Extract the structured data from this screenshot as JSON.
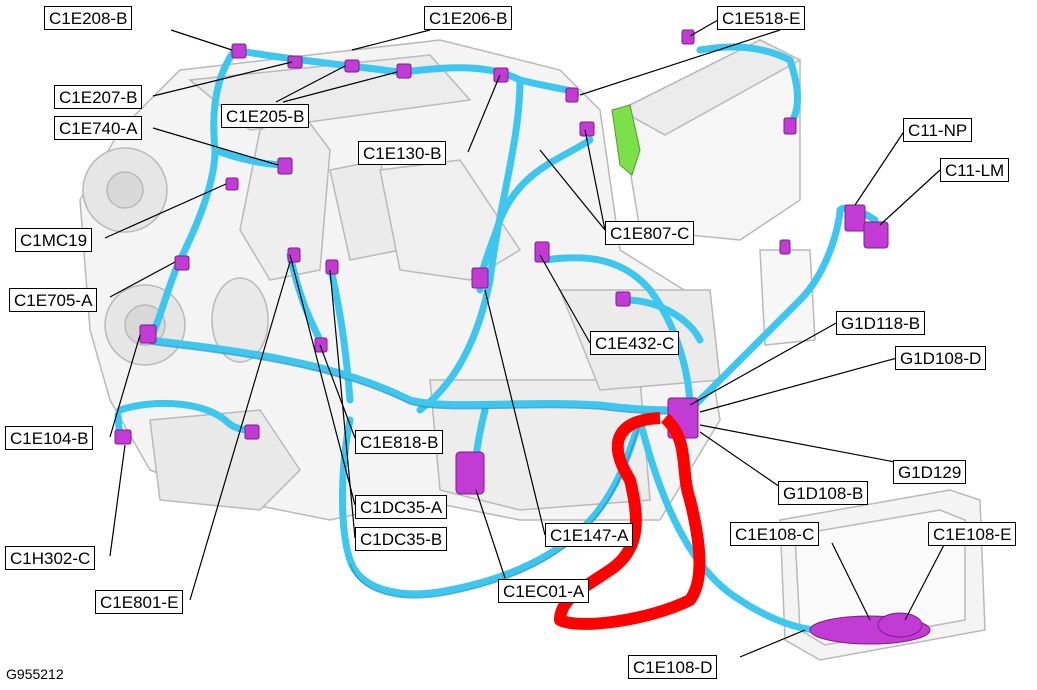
{
  "figure_id": "G955212",
  "colors": {
    "harness": "#3ec7ee",
    "harness_shadow": "#1c8fc0",
    "connector": "#c23bd4",
    "fuse_link": "#7be04a",
    "highlight": "#ff0000",
    "engine_line": "#b9b9b9",
    "engine_fill": "#f4f4f4"
  },
  "callouts": [
    {
      "id": "c1e208b",
      "label": "C1E208-B"
    },
    {
      "id": "c1e206b",
      "label": "C1E206-B"
    },
    {
      "id": "c1e518e",
      "label": "C1E518-E"
    },
    {
      "id": "c1e207b",
      "label": "C1E207-B"
    },
    {
      "id": "c1e205b",
      "label": "C1E205-B"
    },
    {
      "id": "c1e740a",
      "label": "C1E740-A"
    },
    {
      "id": "c1e130b",
      "label": "C1E130-B"
    },
    {
      "id": "c11np",
      "label": "C11-NP"
    },
    {
      "id": "c11lm",
      "label": "C11-LM"
    },
    {
      "id": "c1mc19",
      "label": "C1MC19"
    },
    {
      "id": "c1e807c",
      "label": "C1E807-C"
    },
    {
      "id": "c1e705a",
      "label": "C1E705-A"
    },
    {
      "id": "g1d118b",
      "label": "G1D118-B"
    },
    {
      "id": "c1e432c",
      "label": "C1E432-C"
    },
    {
      "id": "g1d108d",
      "label": "G1D108-D"
    },
    {
      "id": "c1e104b",
      "label": "C1E104-B"
    },
    {
      "id": "c1e818b",
      "label": "C1E818-B"
    },
    {
      "id": "g1d129",
      "label": "G1D129"
    },
    {
      "id": "g1d108b",
      "label": "G1D108-B"
    },
    {
      "id": "c1dc35a",
      "label": "C1DC35-A"
    },
    {
      "id": "c1e147a",
      "label": "C1E147-A"
    },
    {
      "id": "c1dc35b",
      "label": "C1DC35-B"
    },
    {
      "id": "c1e108c",
      "label": "C1E108-C"
    },
    {
      "id": "c1e108e",
      "label": "C1E108-E"
    },
    {
      "id": "c1h302c",
      "label": "C1H302-C"
    },
    {
      "id": "c1ec01a",
      "label": "C1EC01-A"
    },
    {
      "id": "c1e801e",
      "label": "C1E801-E"
    },
    {
      "id": "c1e108d",
      "label": "C1E108-D"
    }
  ]
}
